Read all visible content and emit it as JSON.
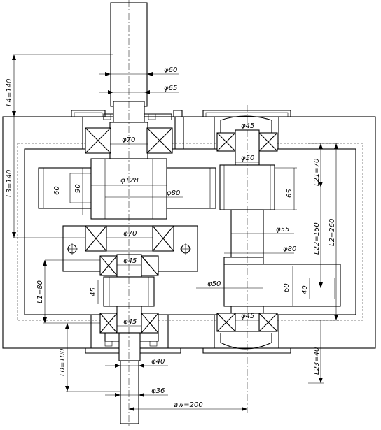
{
  "labels": {
    "phi60": "φ60",
    "phi65": "φ65",
    "phi70_top": "φ70",
    "phi45_top_right": "φ45",
    "phi50_right": "φ50",
    "phi128": "φ128",
    "phi80_gear": "φ80",
    "phi70_mid": "φ70",
    "phi45_mid": "φ45",
    "phi55": "φ55",
    "phi80_right": "φ80",
    "phi50_low": "φ50",
    "phi45_bot_left": "φ45",
    "phi45_bot_right": "φ45",
    "phi40": "φ40",
    "phi36": "φ36",
    "aw": "aw=200",
    "d60_left": "60",
    "d90": "90",
    "d65": "65",
    "d45_left": "45",
    "d60_right": "60",
    "d40": "40",
    "L4": "L4=140",
    "L3": "L3=140",
    "L1": "L1=80",
    "L0": "L0=100",
    "L21": "L21=70",
    "L22": "L22=150",
    "L2": "L2=260",
    "L23": "L23=40"
  }
}
